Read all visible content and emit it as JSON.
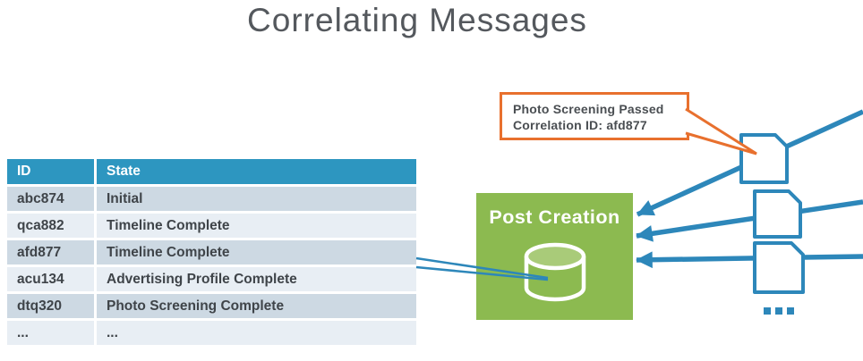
{
  "title": "Correlating Messages",
  "colors": {
    "header_blue": "#2d96c0",
    "arrow_blue": "#2d87ba",
    "green": "#8cba50",
    "green_light": "#a9cb79",
    "orange": "#e8702e",
    "row_dark": "#cdd9e3",
    "row_light": "#e8eef4",
    "text_dark": "#3f4449",
    "title_gray": "#54585d"
  },
  "table": {
    "headers": [
      "ID",
      "State"
    ],
    "rows": [
      {
        "id": "abc874",
        "state": "Initial"
      },
      {
        "id": "qca882",
        "state": "Timeline Complete"
      },
      {
        "id": "afd877",
        "state": "Timeline Complete"
      },
      {
        "id": "acu134",
        "state": "Advertising Profile Complete"
      },
      {
        "id": "dtq320",
        "state": "Photo Screening Complete"
      },
      {
        "id": "...",
        "state": "..."
      }
    ]
  },
  "process_box": {
    "label": "Post Creation"
  },
  "callout": {
    "line1": "Photo Screening Passed",
    "line2": "Correlation ID: afd877"
  },
  "icons": {
    "database": "database-cylinder-icon",
    "document": "message-document-icon",
    "ellipsis": "more-messages-ellipsis-icon"
  }
}
